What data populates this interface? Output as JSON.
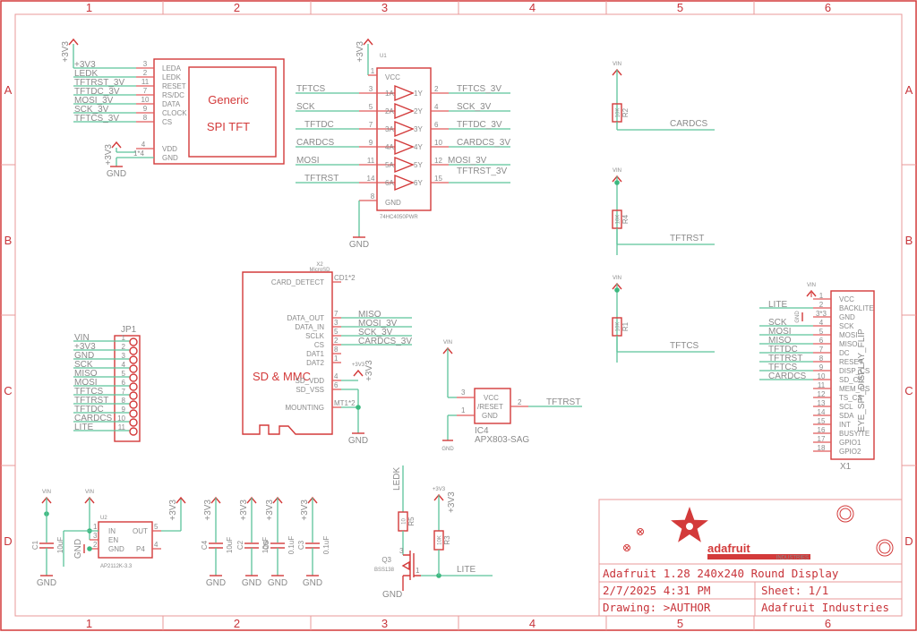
{
  "sheet": {
    "columns": [
      "1",
      "2",
      "3",
      "4",
      "5",
      "6"
    ],
    "rows": [
      "A",
      "B",
      "C",
      "D"
    ]
  },
  "tft": {
    "title1": "Generic",
    "title2": "SPI TFT",
    "supply": "+3V3",
    "gnd": "GND",
    "pins": [
      {
        "net": "+3V3",
        "num": "3",
        "name": "LEDA"
      },
      {
        "net": "LEDK",
        "num": "2",
        "name": "LEDK"
      },
      {
        "net": "TFTRST_3V",
        "num": "11",
        "name": "RESET"
      },
      {
        "net": "TFTDC_3V",
        "num": "7",
        "name": "RS/DC"
      },
      {
        "net": "MOSI_3V",
        "num": "10",
        "name": "DATA"
      },
      {
        "net": "SCK_3V",
        "num": "9",
        "name": "CLOCK"
      },
      {
        "net": "TFTCS_3V",
        "num": "8",
        "name": "CS"
      }
    ],
    "vdd": {
      "num": "4",
      "name": "VDD",
      "net": "+3V3"
    },
    "gndpin": {
      "num": "1*4",
      "name": "GND"
    }
  },
  "u1": {
    "ref": "U1",
    "part": "74HC4050PWR",
    "supply": "+3V3",
    "gnd": "GND",
    "vcc": {
      "num": "1",
      "name": "VCC"
    },
    "gndpin": {
      "num": "8",
      "name": "GND"
    },
    "buffers": [
      {
        "in_net": "TFTCS",
        "in_num": "3",
        "in": "1A",
        "out": "1Y",
        "out_num": "2",
        "out_net": "TFTCS_3V"
      },
      {
        "in_net": "SCK",
        "in_num": "5",
        "in": "2A",
        "out": "2Y",
        "out_num": "4",
        "out_net": "SCK_3V"
      },
      {
        "in_net": "TFTDC",
        "in_num": "7",
        "in": "3A",
        "out": "3Y",
        "out_num": "6",
        "out_net": "TFTDC_3V"
      },
      {
        "in_net": "CARDCS",
        "in_num": "9",
        "in": "4A",
        "out": "4Y",
        "out_num": "10",
        "out_net": "CARDCS_3V"
      },
      {
        "in_net": "MOSI",
        "in_num": "11",
        "in": "5A",
        "out": "5Y",
        "out_num": "12",
        "out_net": "MOSI_3V"
      },
      {
        "in_net": "TFTRST",
        "in_num": "14",
        "in": "6A",
        "out": "6Y",
        "out_num": "15",
        "out_net": "TFTRST_3V"
      }
    ]
  },
  "pullups": [
    {
      "ref": "R2",
      "value": "10K",
      "supply": "VIN",
      "net": "CARDCS"
    },
    {
      "ref": "R4",
      "value": "10K",
      "supply": "VIN",
      "net": "TFTRST"
    },
    {
      "ref": "R1",
      "value": "10K",
      "supply": "VIN",
      "net": "TFTCS"
    }
  ],
  "sd": {
    "ref": "X2",
    "part": "MicroSD",
    "title": "SD & MMC",
    "supply": "+3V3",
    "gnd": "GND",
    "pins": [
      {
        "name": "CARD_DETECT",
        "num": "CD1*2",
        "net": ""
      },
      {
        "name": "DATA_OUT",
        "num": "7",
        "net": "MISO"
      },
      {
        "name": "DATA_IN",
        "num": "3",
        "net": "MOSI_3V"
      },
      {
        "name": "SCLK",
        "num": "5",
        "net": "SCK_3V"
      },
      {
        "name": "CS",
        "num": "2",
        "net": "CARDCS_3V"
      },
      {
        "name": "DAT1",
        "num": "8",
        "net": ""
      },
      {
        "name": "DAT2",
        "num": "1",
        "net": ""
      },
      {
        "name": "SD_VDD",
        "num": "4",
        "net": ""
      },
      {
        "name": "SD_VSS",
        "num": "6",
        "net": ""
      },
      {
        "name": "MOUNTING",
        "num": "MT1*2",
        "net": ""
      }
    ]
  },
  "jp1": {
    "ref": "JP1",
    "pins": [
      {
        "num": "1",
        "net": "VIN"
      },
      {
        "num": "2",
        "net": "+3V3"
      },
      {
        "num": "3",
        "net": "GND"
      },
      {
        "num": "4",
        "net": "SCK"
      },
      {
        "num": "5",
        "net": "MISO"
      },
      {
        "num": "6",
        "net": "MOSI"
      },
      {
        "num": "7",
        "net": "TFTCS"
      },
      {
        "num": "8",
        "net": "TFTRST"
      },
      {
        "num": "9",
        "net": "TFTDC"
      },
      {
        "num": "10",
        "net": "CARDCS"
      },
      {
        "num": "11",
        "net": "LITE"
      }
    ]
  },
  "ic4": {
    "ref": "IC4",
    "part": "APX803-SAG",
    "supply": "VIN",
    "gnd": "GND",
    "pins": [
      {
        "num": "3",
        "name": "VCC"
      },
      {
        "num": "1",
        "name": "GND"
      },
      {
        "num": "2",
        "name": "/RESET",
        "net": "TFTRST"
      }
    ]
  },
  "x1": {
    "ref": "X1",
    "part": "EYE_SPI_DISPLAY_FLIP",
    "supply": "VIN",
    "gnd": "GND",
    "pins": [
      {
        "num": "1",
        "name": "VCC",
        "net": ""
      },
      {
        "num": "2",
        "name": "BACKLITE",
        "net": "LITE"
      },
      {
        "num": "3*3",
        "name": "GND",
        "net": ""
      },
      {
        "num": "4",
        "name": "SCK",
        "net": "SCK"
      },
      {
        "num": "5",
        "name": "MOSI",
        "net": "MOSI"
      },
      {
        "num": "6",
        "name": "MISO",
        "net": "MISO"
      },
      {
        "num": "7",
        "name": "DC",
        "net": "TFTDC"
      },
      {
        "num": "8",
        "name": "RESET",
        "net": "TFTRST"
      },
      {
        "num": "9",
        "name": "DISP_CS",
        "net": "TFTCS"
      },
      {
        "num": "10",
        "name": "SD_CS",
        "net": "CARDCS"
      },
      {
        "num": "11",
        "name": "MEM_CS",
        "net": ""
      },
      {
        "num": "12",
        "name": "TS_CS",
        "net": ""
      },
      {
        "num": "13",
        "name": "SCL",
        "net": ""
      },
      {
        "num": "14",
        "name": "SDA",
        "net": ""
      },
      {
        "num": "15",
        "name": "INT",
        "net": ""
      },
      {
        "num": "16",
        "name": "BUSY/TE",
        "net": ""
      },
      {
        "num": "17",
        "name": "GPIO1",
        "net": ""
      },
      {
        "num": "18",
        "name": "GPIO2",
        "net": ""
      }
    ]
  },
  "u2": {
    "ref": "U2",
    "part": "AP2112K-3.3",
    "supply": "VIN",
    "out_net": "+3V3",
    "gnd": "GND",
    "pins": [
      {
        "num": "1",
        "name": "IN"
      },
      {
        "num": "3",
        "name": "EN"
      },
      {
        "num": "2",
        "name": "GND"
      },
      {
        "num": "5",
        "name": "OUT"
      },
      {
        "num": "4",
        "name": "P4"
      }
    ]
  },
  "c1": {
    "ref": "C1",
    "value": "10uF",
    "supply": "VIN",
    "gnd": "GND"
  },
  "caps": [
    {
      "ref": "C4",
      "value": "10uF",
      "supply": "+3V3",
      "gnd": "GND"
    },
    {
      "ref": "C2",
      "value": "10uF",
      "supply": "+3V3",
      "gnd": "GND"
    },
    {
      "ref": "C5",
      "value": "0.1uF",
      "supply": "+3V3",
      "gnd": "GND"
    },
    {
      "ref": "C3",
      "value": "0.1uF",
      "supply": "+3V3",
      "gnd": "GND"
    }
  ],
  "backlight": {
    "ledk_net": "LEDK",
    "r5": {
      "ref": "R5",
      "value": "10"
    },
    "r3": {
      "ref": "R3",
      "value": "10K"
    },
    "q3": {
      "ref": "Q3",
      "part": "BSS138",
      "pins": [
        "3",
        "1",
        "2"
      ]
    },
    "supply": "+3V3",
    "lite_net": "LITE",
    "gnd": "GND"
  },
  "titleblock": {
    "brand": "adafruit",
    "brand_sub": "INDUSTRIES",
    "title": "Adafruit 1.28 240x240 Round Display",
    "date": "2/7/2025 4:31 PM",
    "sheet": "Sheet: 1/1",
    "drawing": "Drawing: >AUTHOR",
    "company": "Adafruit Industries"
  }
}
